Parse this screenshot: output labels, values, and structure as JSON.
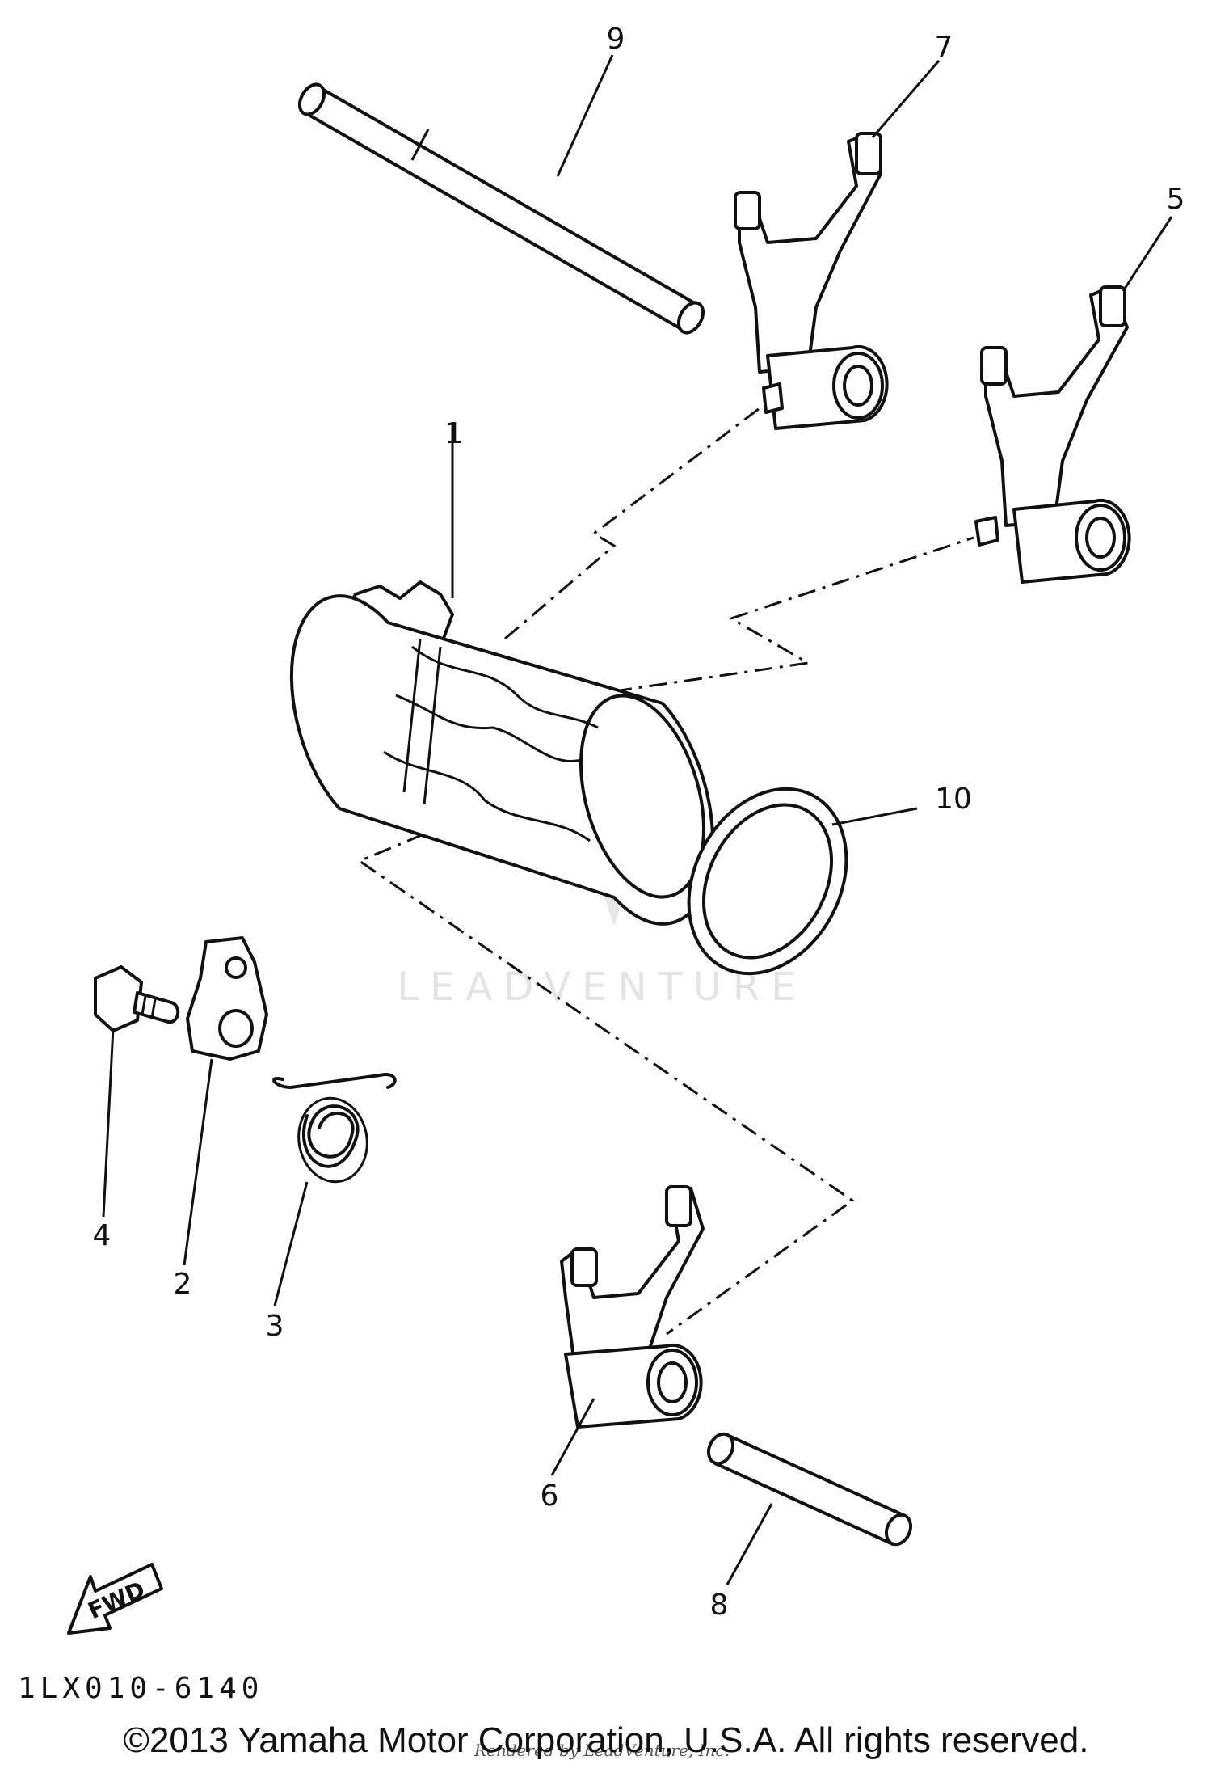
{
  "callouts": {
    "c1": "1",
    "c2": "2",
    "c3": "3",
    "c4": "4",
    "c5": "5",
    "c6": "6",
    "c7": "7",
    "c8": "8",
    "c9": "9",
    "c10": "10"
  },
  "fwd_label": "FWD",
  "part_code": "1LX010-6140",
  "watermark": "LEADVENTURE",
  "rendered_by": "Rendered by LeadVenture, Inc.",
  "copyright": "©2013 Yamaha Motor Corporation, U.S.A. All rights reserved."
}
